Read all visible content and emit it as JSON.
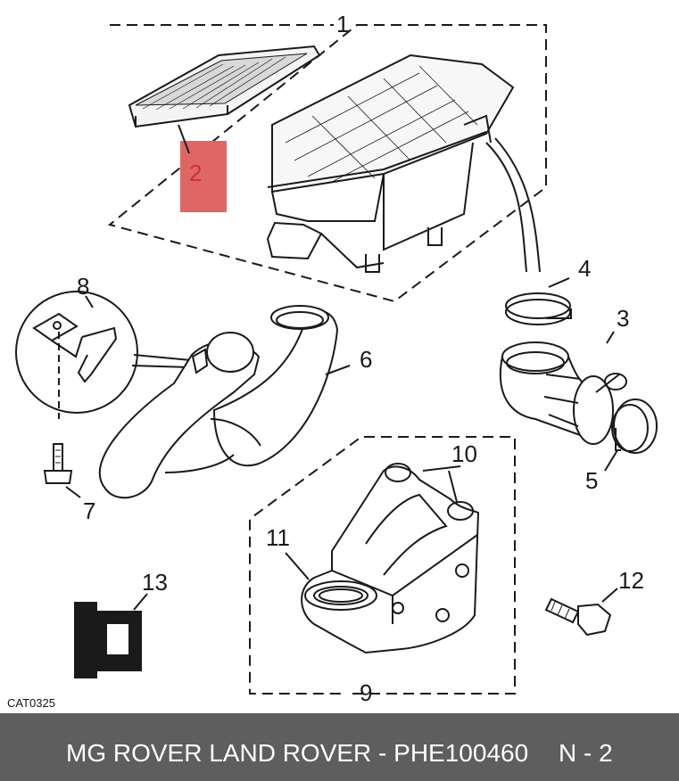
{
  "diagram": {
    "callouts": {
      "c1": "1",
      "c2": "2",
      "c3": "3",
      "c4": "4",
      "c5": "5",
      "c6": "6",
      "c7": "7",
      "c8": "8",
      "c9": "9",
      "c10": "10",
      "c11": "11",
      "c12": "12",
      "c13": "13"
    },
    "highlight_color": "#e06666",
    "catalog_code": "CAT0325"
  },
  "footer": {
    "title": "MG ROVER LAND ROVER - PHE100460",
    "page": "N - 2",
    "background": "#5e5e5e"
  }
}
